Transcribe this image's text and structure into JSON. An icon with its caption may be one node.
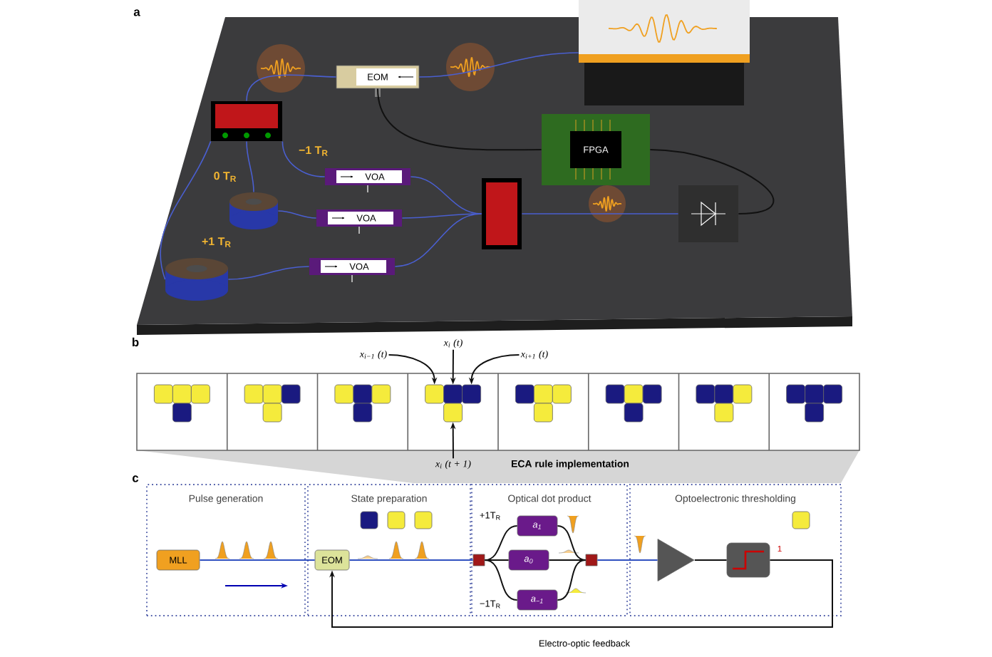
{
  "diagram": {
    "nodes": [
      {
        "text": [],
        "shape": "box"
      },
      {
        "text": [
          "EOM"
        ]
      },
      {
        "text": [],
        "shape": "box"
      },
      {
        "text": [
          "FPGA"
        ]
      },
      {
        "text": [
          "VOA"
        ]
      },
      {
        "text": [],
        "shape": "cylinder"
      },
      {
        "text": [],
        "shape": "box"
      },
      {
        "text": [],
        "shape": "box"
      },
      {
        "text": [
          "VOA"
        ]
      },
      {
        "text": [],
        "shape": "cylinder"
      },
      {
        "text": [
          "VOA"
        ]
      },
      {
        "text": [
          "x$_{i−1}$ (t)"
        ]
      },
      {
        "text": [
          "x$_{i}$ (t)"
        ]
      },
      {
        "text": [
          "x$_{i+1}$ (t)"
        ]
      },
      {
        "text": [
          "x$_{i}$ (t + 1)"
        ]
      },
      {
        "text": [
          "Pulse generation"
        ]
      },
      {
        "text": [
          "State preparation"
        ]
      },
      {
        "text": [
          "Optical dot product"
        ]
      },
      {
        "text": [
          "Optoelectronic thresholding"
        ]
      },
      {
        "text": [
          "MLL"
        ],
        "in": 15
      },
      {
        "text": [
          "EOM"
        ],
        "in": 16
      },
      {
        "text": [],
        "shape": "box",
        "in": 17
      },
      {
        "text": [
          "a$_{1}$"
        ],
        "in": 17
      },
      {
        "text": [
          "a$_{0}$"
        ],
        "in": 17
      },
      {
        "text": [
          "a$_{−1}$"
        ],
        "in": 17
      },
      {
        "text": [],
        "shape": "box",
        "in": 17
      },
      {
        "text": [],
        "shape": "triangle",
        "in": 18
      },
      {
        "text": [],
        "shape": "box",
        "in": 18
      },
      {
        "text": [],
        "shape": "box"
      },
      {
        "text": [],
        "shape": "box"
      },
      {
        "text": [],
        "shape": "box"
      },
      {
        "text": [],
        "shape": "box"
      }
    ],
    "edges": [
      {
        "from": 0,
        "to": 1,
        "arrow": "none",
        "color": "#4a5fd0"
      },
      {
        "from": 1,
        "to": 2,
        "arrow": "none",
        "color": "#4a5fd0"
      },
      {
        "from": 2,
        "to": 9,
        "arrow": "none",
        "color": "#4a5fd0"
      },
      {
        "from": 2,
        "to": 5,
        "arrow": "none",
        "color": "#4a5fd0"
      },
      {
        "from": 2,
        "to": 4,
        "arrow": "none",
        "color": "#4a5fd0"
      },
      {
        "from": 5,
        "to": 8,
        "arrow": "none",
        "color": "#4a5fd0"
      },
      {
        "from": 9,
        "to": 10,
        "arrow": "none",
        "color": "#4a5fd0"
      },
      {
        "from": 4,
        "to": 6,
        "arrow": "none",
        "color": "#4a5fd0"
      },
      {
        "from": 8,
        "to": 6,
        "arrow": "none",
        "color": "#4a5fd0"
      },
      {
        "from": 10,
        "to": 6,
        "arrow": "none",
        "color": "#4a5fd0"
      },
      {
        "from": 6,
        "to": 7,
        "arrow": "none",
        "color": "#4a5fd0"
      },
      {
        "from": 7,
        "to": 3,
        "arrow": "none",
        "color": "#111111"
      },
      {
        "from": 3,
        "to": 1,
        "arrow": "none",
        "color": "#111111"
      },
      {
        "from": 11,
        "to": 28,
        "arrow": "to",
        "color": "#111111"
      },
      {
        "from": 12,
        "to": 29,
        "arrow": "to",
        "color": "#111111"
      },
      {
        "from": 13,
        "to": 30,
        "arrow": "to",
        "color": "#111111"
      },
      {
        "from": 14,
        "to": 31,
        "arrow": "to",
        "color": "#111111"
      },
      {
        "from": 19,
        "to": 20,
        "arrow": "none",
        "color": "#3050c0"
      },
      {
        "from": 20,
        "to": 21,
        "arrow": "none",
        "color": "#3050c0"
      },
      {
        "from": 21,
        "to": 22,
        "arrow": "none",
        "color": "#111111"
      },
      {
        "from": 21,
        "to": 23,
        "arrow": "none",
        "color": "#111111"
      },
      {
        "from": 21,
        "to": 24,
        "arrow": "none",
        "color": "#111111"
      },
      {
        "from": 22,
        "to": 25,
        "arrow": "none",
        "color": "#111111"
      },
      {
        "from": 23,
        "to": 25,
        "arrow": "none",
        "color": "#111111"
      },
      {
        "from": 24,
        "to": 25,
        "arrow": "none",
        "color": "#111111"
      },
      {
        "from": 25,
        "to": 26,
        "arrow": "none",
        "color": "#3050c0"
      },
      {
        "from": 26,
        "to": 27,
        "arrow": "none",
        "color": "#111111"
      },
      {
        "from": 27,
        "to": 20,
        "arrow": "to",
        "color": "#111111",
        "label": "Electro-optic feedback"
      }
    ],
    "labels": [
      "a",
      "−1 T$_{R}$",
      "0 T$_{R}$",
      "+1 T$_{R}$",
      "b",
      "ECA rule implementation",
      "c",
      "+1T$_{R}$",
      "−1T$_{R}$",
      "1"
    ]
  }
}
